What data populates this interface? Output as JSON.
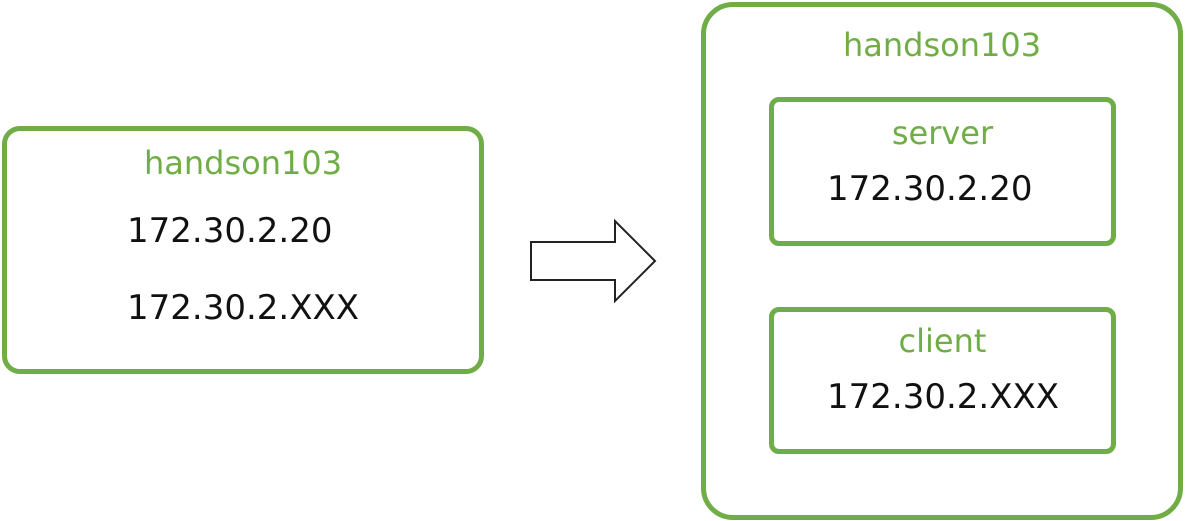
{
  "colors": {
    "accent": "#70ad47",
    "text": "#111111",
    "background": "#ffffff"
  },
  "left_host": {
    "title": "handson103",
    "ips": [
      "172.30.2.20",
      "172.30.2.XXX"
    ]
  },
  "arrow": {
    "icon": "right-arrow-icon"
  },
  "right_host": {
    "title": "handson103",
    "containers": [
      {
        "title": "server",
        "ip": "172.30.2.20"
      },
      {
        "title": "client",
        "ip": "172.30.2.XXX"
      }
    ]
  }
}
